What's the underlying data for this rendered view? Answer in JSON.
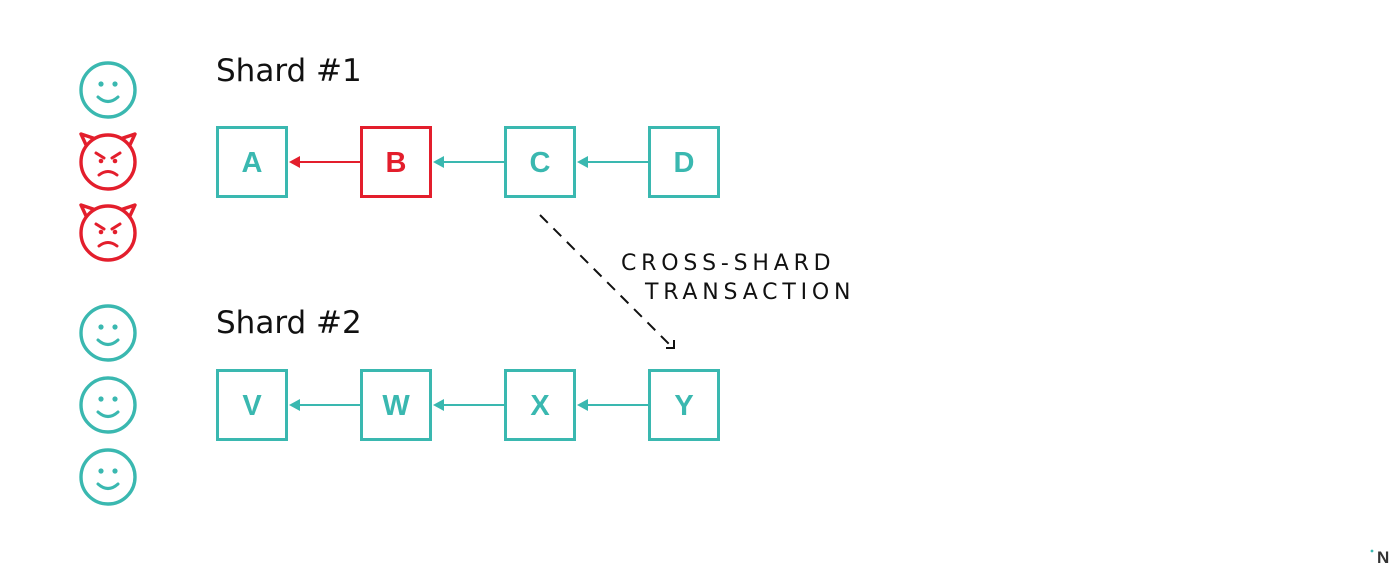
{
  "colors": {
    "honest": "#3ab8b0",
    "malicious": "#e31e2c",
    "text": "#111111",
    "logo": "#333333"
  },
  "validators": [
    {
      "type": "honest",
      "icon": "smiley-face-icon"
    },
    {
      "type": "malicious",
      "icon": "devil-face-icon"
    },
    {
      "type": "malicious",
      "icon": "devil-face-icon"
    },
    {
      "type": "honest",
      "icon": "smiley-face-icon"
    },
    {
      "type": "honest",
      "icon": "smiley-face-icon"
    },
    {
      "type": "honest",
      "icon": "smiley-face-icon"
    }
  ],
  "shards": [
    {
      "title": "Shard #1",
      "blocks": [
        {
          "label": "A",
          "status": "honest"
        },
        {
          "label": "B",
          "status": "malicious"
        },
        {
          "label": "C",
          "status": "honest"
        },
        {
          "label": "D",
          "status": "honest"
        }
      ]
    },
    {
      "title": "Shard #2",
      "blocks": [
        {
          "label": "V",
          "status": "honest"
        },
        {
          "label": "W",
          "status": "honest"
        },
        {
          "label": "X",
          "status": "honest"
        },
        {
          "label": "Y",
          "status": "honest"
        }
      ]
    }
  ],
  "cross_shard": {
    "line1": "CROSS-SHARD",
    "line2": "TRANSACTION",
    "from": "C",
    "to": "Y"
  },
  "logo": {
    "text": "N",
    "icon": "logo-mark-icon"
  }
}
